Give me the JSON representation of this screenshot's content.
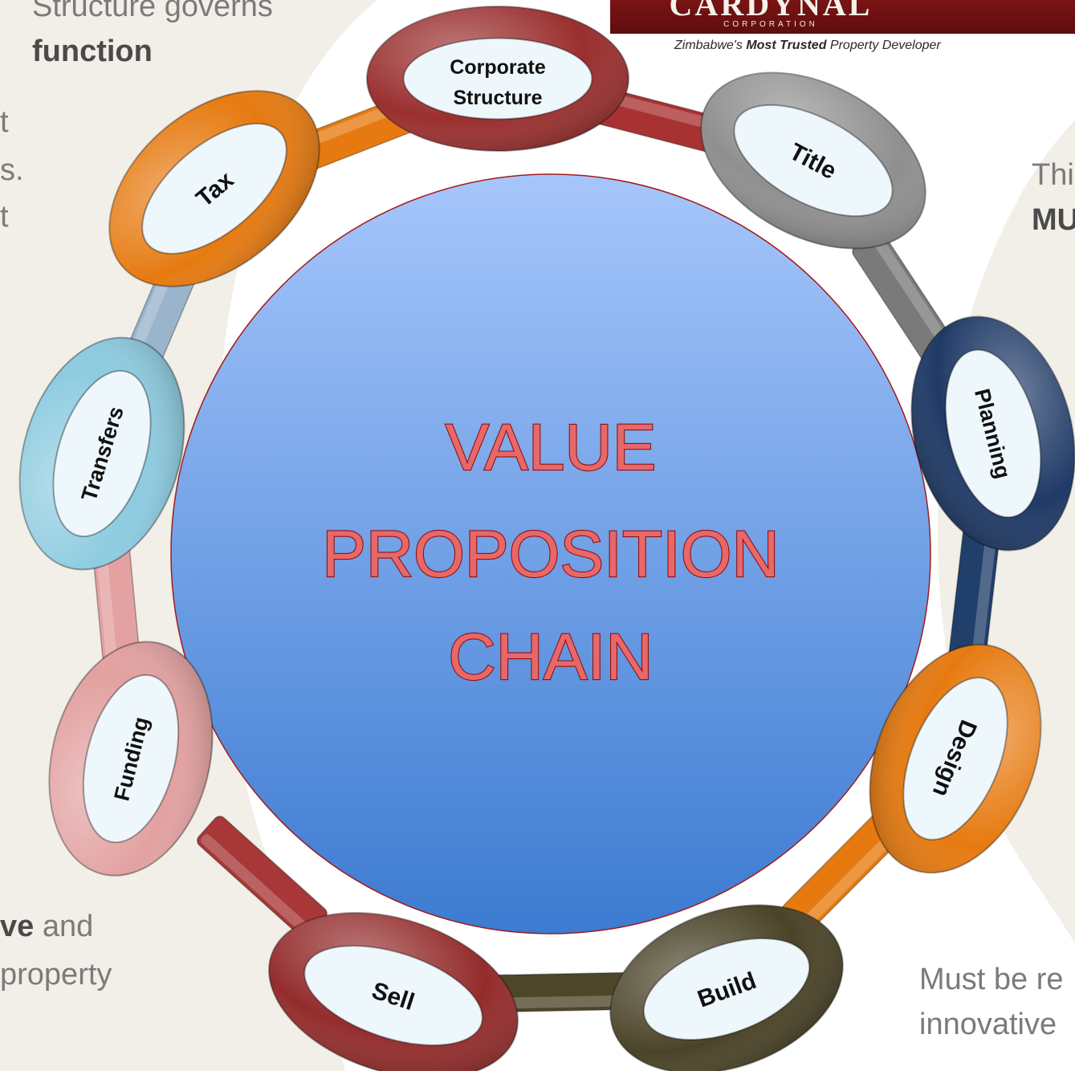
{
  "header": {
    "brand_name": "CARDYNAL",
    "brand_sub": "CORPORATION",
    "tagline_pre": "Zimbabwe's ",
    "tagline_bold": "Most Trusted",
    "tagline_post": " Property Developer"
  },
  "center": {
    "line1": "VALUE",
    "line2": "PROPOSITION",
    "line3": "CHAIN"
  },
  "side_text": {
    "top_left_line1": "Structure governs",
    "top_left_line2": "function",
    "left_fragment1": "t",
    "left_fragment2": "s.",
    "left_fragment3": "t",
    "right_top_line1": "Thi",
    "right_top_line2": "MU",
    "bottom_left_line1_bold": "ve",
    "bottom_left_line1_rest": " and",
    "bottom_left_line2": "property",
    "bottom_right_line1": "Must be re",
    "bottom_right_line2": "innovative"
  },
  "chain": {
    "links": [
      {
        "label_line1": "Corporate",
        "label_line2": "Structure",
        "color": "#9a2f2f"
      },
      {
        "label_line1": "Title",
        "label_line2": "",
        "color": "#8f8f8f"
      },
      {
        "label_line1": "Planning",
        "label_line2": "",
        "color": "#1f3a66"
      },
      {
        "label_line1": "Design",
        "label_line2": "",
        "color": "#e67a10"
      },
      {
        "label_line1": "Build",
        "label_line2": "",
        "color": "#4a4328"
      },
      {
        "label_line1": "Sell",
        "label_line2": "",
        "color": "#942c2c"
      },
      {
        "label_line1": "Funding",
        "label_line2": "",
        "color": "#e3a1a1"
      },
      {
        "label_line1": "Transfers",
        "label_line2": "",
        "color": "#8dcbe0"
      },
      {
        "label_line1": "Tax",
        "label_line2": "",
        "color": "#e67a10"
      }
    ],
    "connector_colors": [
      "#a83232",
      "#7a7a7a",
      "#213f6b",
      "#e67a10",
      "#4d4629",
      "#a83838",
      "#e3a1a1",
      "#9ab4cc",
      "#e67a10"
    ]
  },
  "colors": {
    "circle_top": "#a6c6fb",
    "circle_bottom": "#3c7bd1",
    "circle_edge": "#a11b1b",
    "center_text": "#e8686a",
    "center_text_outline": "#8f1010",
    "label_fill": "#eef7fb",
    "label_text": "#111111",
    "backdrop": "#f1efe7"
  }
}
